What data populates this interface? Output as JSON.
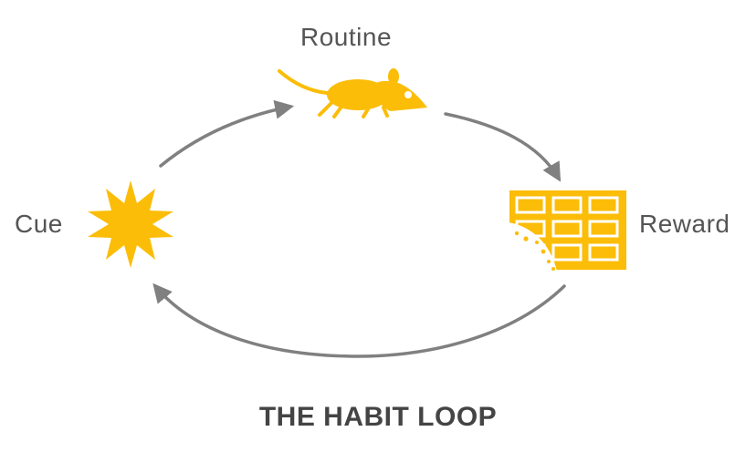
{
  "nodes": {
    "routine": {
      "label": "Routine",
      "icon": "mouse-icon"
    },
    "cue": {
      "label": "Cue",
      "icon": "starburst-icon"
    },
    "reward": {
      "label": "Reward",
      "icon": "chocolate-bar-icon"
    }
  },
  "title": "THE HABIT LOOP",
  "colors": {
    "icon": "#FBBD08",
    "arrow": "#808080",
    "label": "#555555",
    "title": "#444444"
  }
}
